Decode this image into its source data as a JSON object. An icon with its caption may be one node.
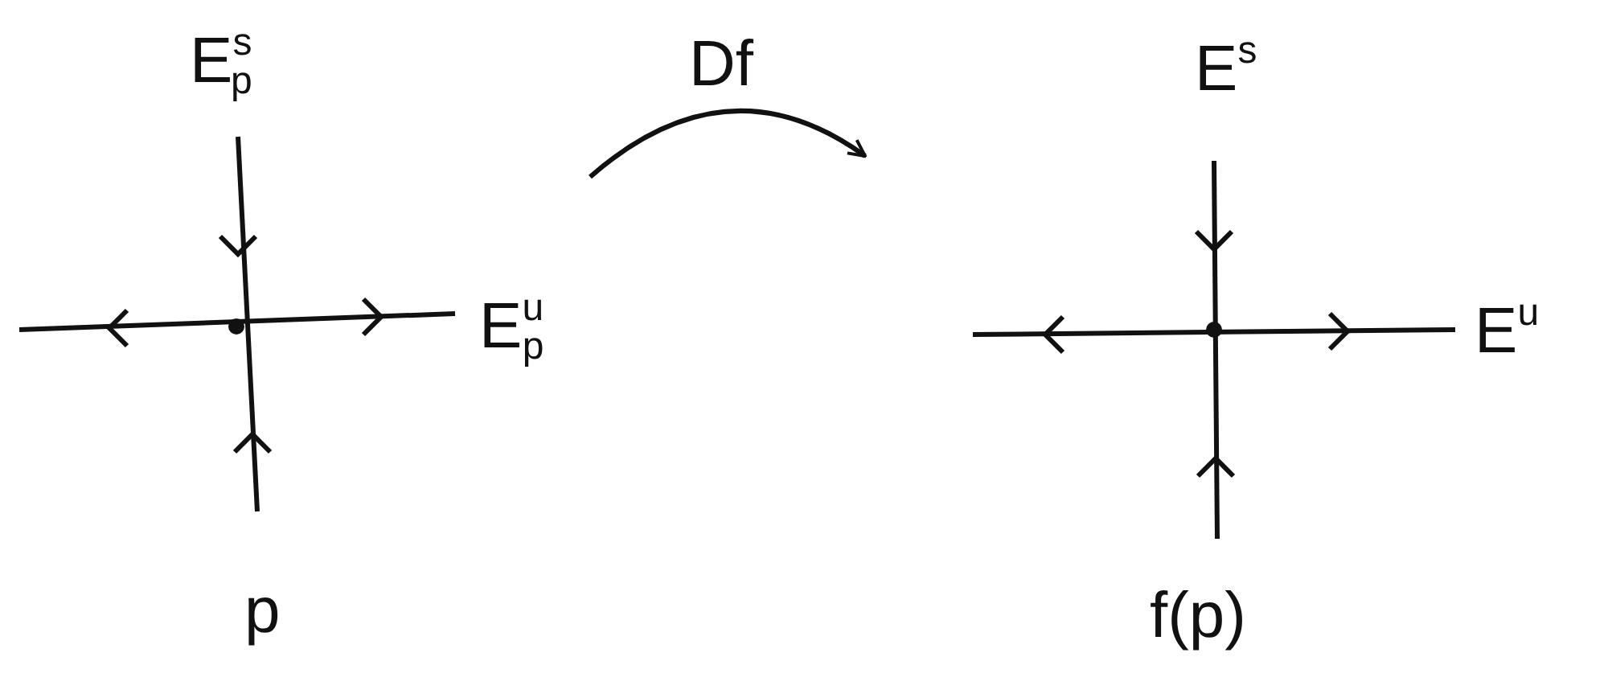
{
  "diagram": {
    "nodes": [
      {
        "text": [],
        "shape": "cross",
        "beside": [
          "E$^{s}$$_{p}$",
          "E$^{u}$$_{p}$",
          "p"
        ]
      },
      {
        "text": [],
        "shape": "cross",
        "beside": [
          "E$^{s}$",
          "E$^{u}$",
          "f(p)"
        ]
      }
    ],
    "edges": [
      {
        "from": 0,
        "to": 1,
        "arrow": "to",
        "label": "Df"
      }
    ]
  }
}
